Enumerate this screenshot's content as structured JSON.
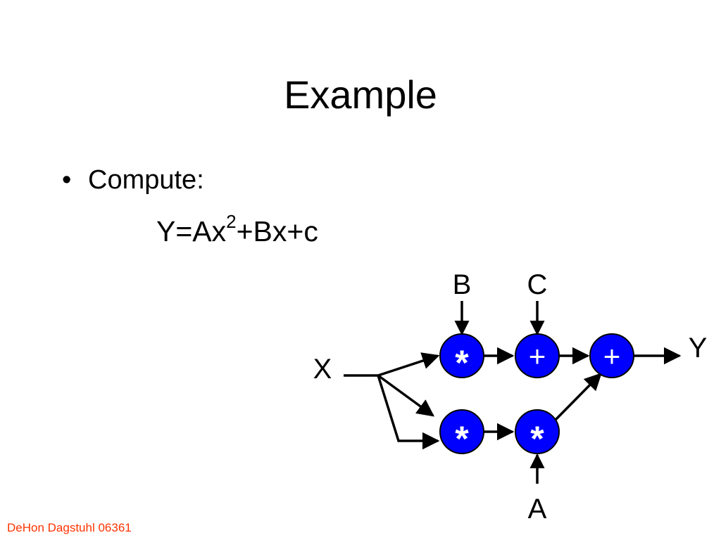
{
  "slide": {
    "title": "Example",
    "bullet_marker": "•",
    "bullet_text": "Compute:",
    "formula": {
      "lhs": "Y=Ax",
      "exponent": "2",
      "rhs": "+Bx+c"
    },
    "footer": "DeHon Dagstuhl 06361"
  },
  "diagram": {
    "inputs": {
      "x": "X",
      "a": "A",
      "b": "B",
      "c": "C"
    },
    "output": "Y",
    "nodes": {
      "mul_b": "*",
      "add_c": "+",
      "add_out": "+",
      "mul_x": "*",
      "mul_a": "*"
    },
    "colors": {
      "node_fill": "#0000ff",
      "node_text": "#ffffff",
      "edge": "#000000",
      "footer": "#ff3300"
    }
  }
}
